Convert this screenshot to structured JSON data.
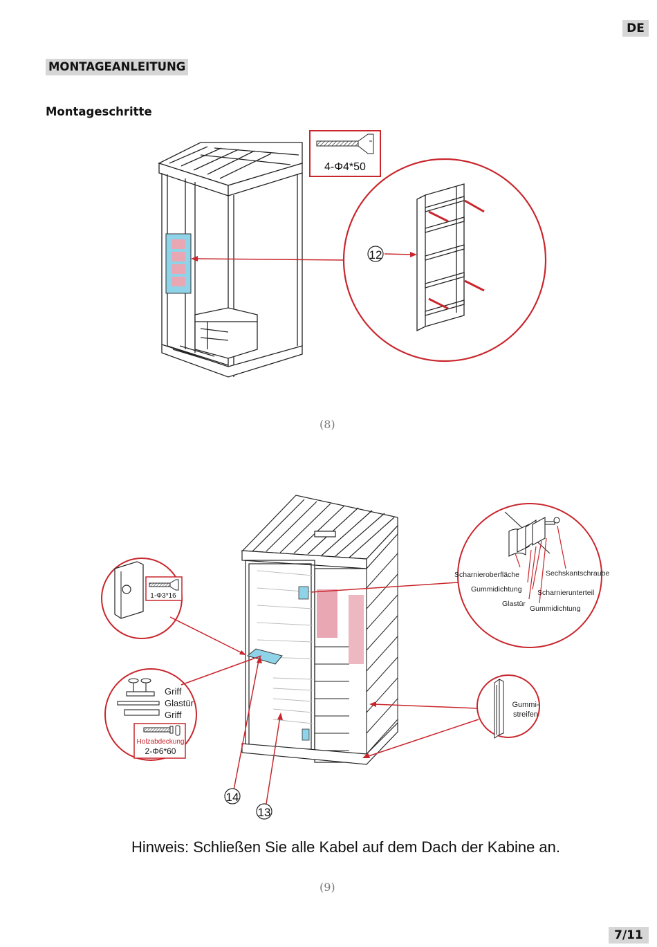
{
  "header": {
    "lang": "DE"
  },
  "section_title": "MONTAGEANLEITUNG",
  "subtitle": "Montageschritte",
  "step8": {
    "number": "(8)",
    "screw_label": "4-Φ4*50",
    "part_number": "12"
  },
  "step9": {
    "number": "(9)",
    "screw_label_small": "1-Φ3*16",
    "handle_labels": [
      "Griff",
      "Glastür",
      "Griff"
    ],
    "wood_cover_label": "Holzabdeckung",
    "screw_label_handle": "2-Φ6*60",
    "hinge_labels": {
      "hinge_surface": "Scharnieroberfläche",
      "hex_screw": "Sechskantschraube",
      "rubber_seal_1": "Gummidichtung",
      "hinge_base": "Scharnierunterteil",
      "glass_door": "Glastür",
      "rubber_seal_2": "Gummidichtung"
    },
    "rubber_strip_label": [
      "Gummi-",
      "streifen"
    ],
    "part_14": "14",
    "part_13": "13"
  },
  "note": "Hinweis: Schließen Sie alle Kabel auf dem Dach der Kabine an.",
  "footer": {
    "page": "7/11"
  },
  "colors": {
    "accent_red": "#c8262c",
    "heater_blue": "#8fd3e8",
    "badge_gray": "#d6d6d6"
  }
}
